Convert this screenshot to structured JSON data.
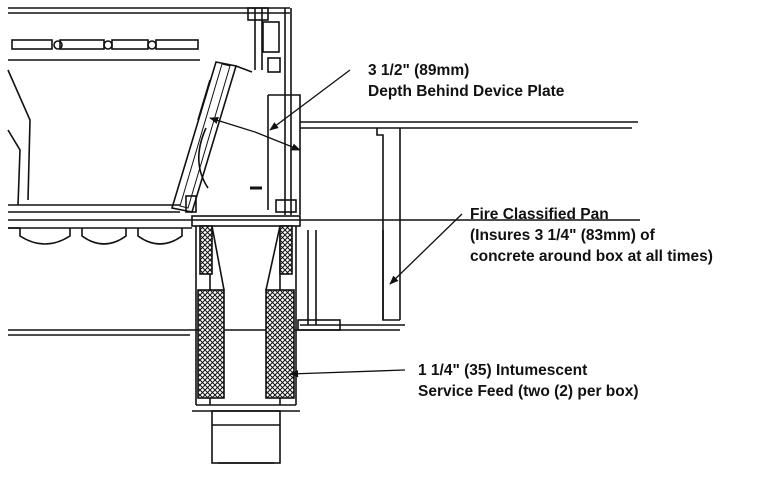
{
  "callouts": {
    "depth": {
      "line1": "3 1/2\" (89mm)",
      "line2": "Depth Behind Device Plate"
    },
    "pan": {
      "line1": "Fire Classified Pan",
      "line2": "(Insures 3 1/4\" (83mm) of",
      "line3": "concrete around box at all times)"
    },
    "feed": {
      "line1": "1 1/4\" (35) Intumescent",
      "line2": "Service Feed (two (2) per box)"
    }
  }
}
